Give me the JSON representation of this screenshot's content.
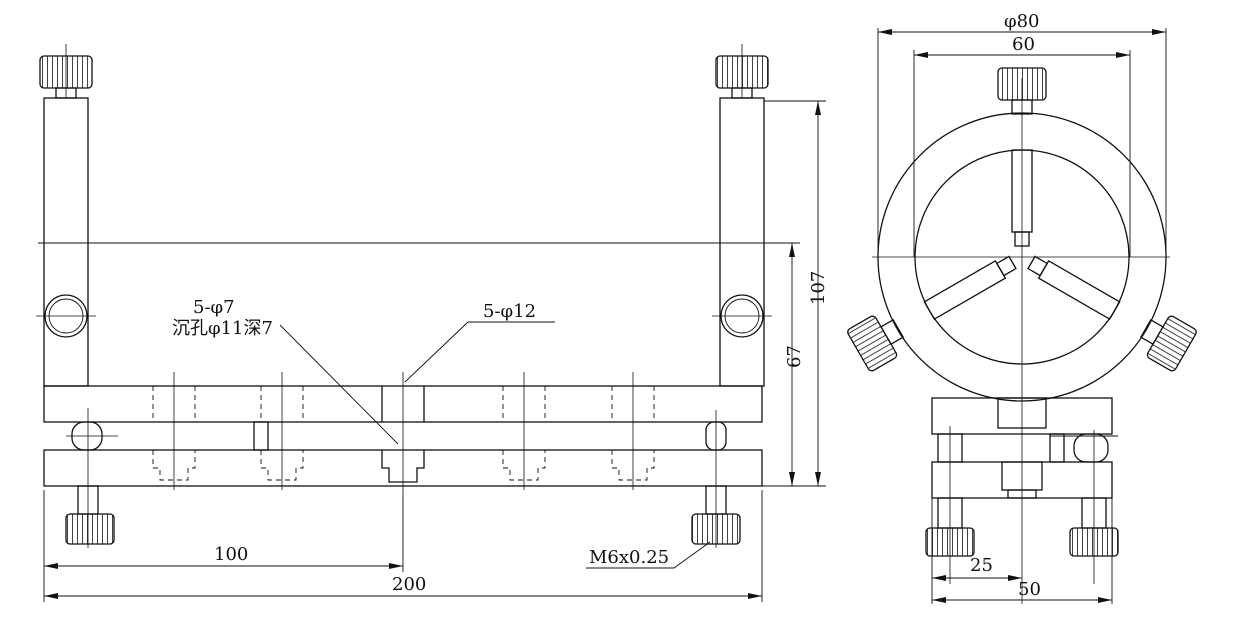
{
  "labels": {
    "hole_through": "5-φ7",
    "counterbore": "沉孔φ11深7",
    "hole_top": "5-φ12",
    "thread": "M6x0.25",
    "dim_100": "100",
    "dim_200": "200",
    "dim_107": "107",
    "dim_67": "67",
    "dim_phi80": "φ80",
    "dim_60": "60",
    "dim_25": "25",
    "dim_50": "50"
  }
}
